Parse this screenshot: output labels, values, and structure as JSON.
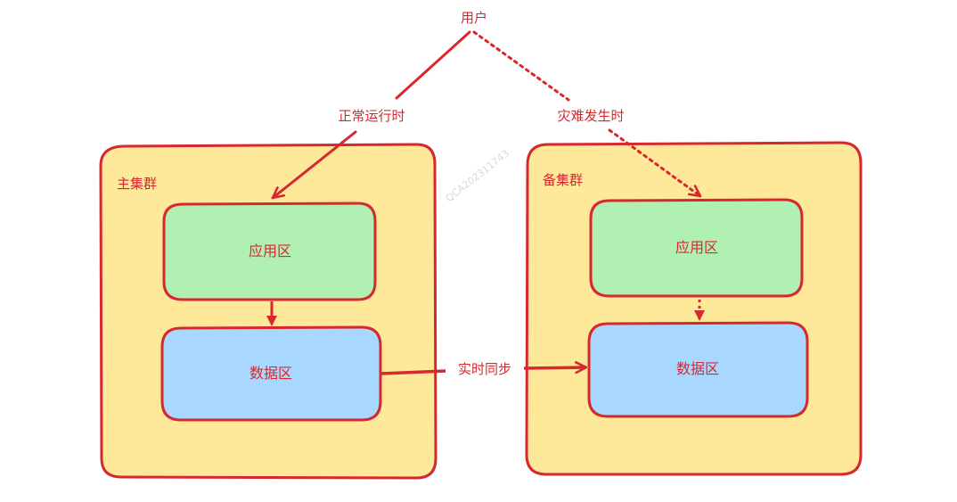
{
  "colors": {
    "stroke": "#d6282e",
    "cluster_fill": "#fee89a",
    "app_fill": "#b0f0b3",
    "data_fill": "#a8d8ff",
    "background": "#ffffff"
  },
  "user": {
    "label": "用户"
  },
  "edges": {
    "normal_label": "正常运行时",
    "disaster_label": "灾难发生时",
    "sync_label": "实时同步"
  },
  "primary_cluster": {
    "title": "主集群",
    "app_zone": "应用区",
    "data_zone": "数据区"
  },
  "standby_cluster": {
    "title": "备集群",
    "app_zone": "应用区",
    "data_zone": "数据区"
  },
  "watermark": "QCA202311743"
}
